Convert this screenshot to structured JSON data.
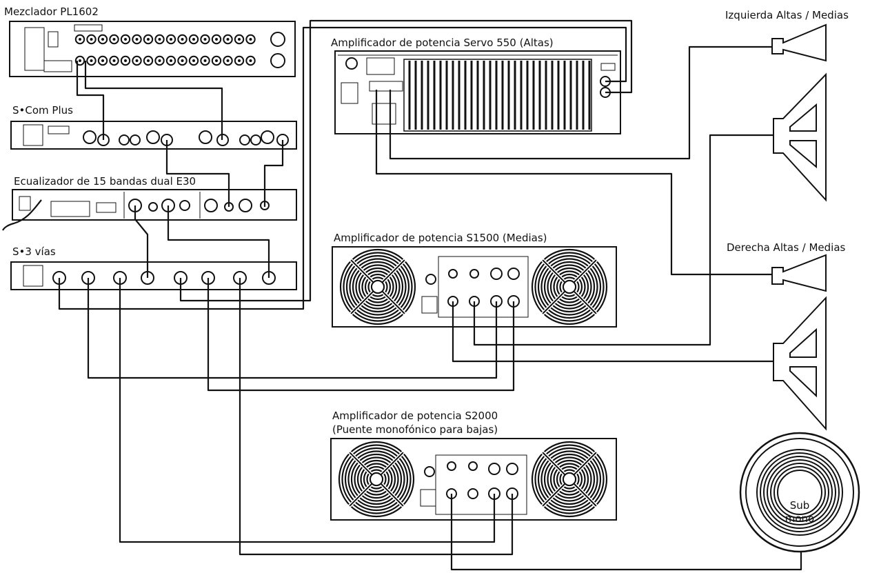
{
  "devices": {
    "mixer": {
      "label": "Mezclador PL1602"
    },
    "scom": {
      "label": "S•Com Plus"
    },
    "eq": {
      "label": "Ecualizador de 15 bandas dual E30"
    },
    "crossover": {
      "label": "S•3 vías"
    },
    "amp_high": {
      "label": "Amplificador de potencia Servo 550 (Altas)"
    },
    "amp_mid": {
      "label": "Amplificador de potencia S1500 (Medias)"
    },
    "amp_sub": {
      "label_line1": "Amplificador de potencia S2000",
      "label_line2": "(Puente monofónico para bajas)"
    }
  },
  "speakers": {
    "left": {
      "label": "Izquierda Altas / Medias"
    },
    "right": {
      "label": "Derecha Altas / Medias"
    },
    "sub": {
      "label_line1": "Sub",
      "label_line2": "mono"
    }
  },
  "colors": {
    "ink": "#111111",
    "background": "#ffffff"
  }
}
